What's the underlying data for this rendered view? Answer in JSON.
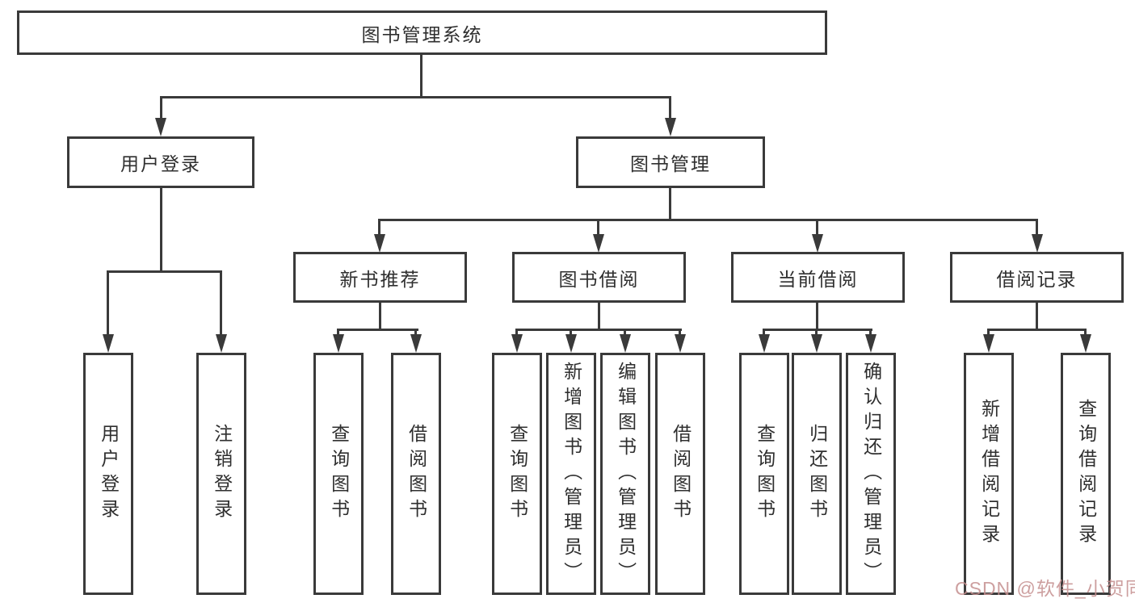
{
  "colors": {
    "line": "#3a3a3a",
    "box_border": "#3a3a3a",
    "background": "#ffffff",
    "text": "#2f2f2f",
    "watermark": "#c48e8e"
  },
  "watermark": "CSDN @软件_小贺同学",
  "nodes": {
    "root": {
      "label": "图书管理系统"
    },
    "level2": [
      {
        "label": "用户登录"
      },
      {
        "label": "图书管理"
      }
    ],
    "level3": [
      {
        "label": "新书推荐"
      },
      {
        "label": "图书借阅"
      },
      {
        "label": "当前借阅"
      },
      {
        "label": "借阅记录"
      }
    ],
    "leaves": {
      "login": [
        {
          "label": "用户登录"
        },
        {
          "label": "注销登录"
        }
      ],
      "recommend": [
        {
          "label": "查询图书"
        },
        {
          "label": "借阅图书"
        }
      ],
      "borrow": [
        {
          "label": "查询图书"
        },
        {
          "label": "新增图书（管理员）"
        },
        {
          "label": "编辑图书（管理员）"
        },
        {
          "label": "借阅图书"
        }
      ],
      "current": [
        {
          "label": "查询图书"
        },
        {
          "label": "归还图书"
        },
        {
          "label": "确认归还（管理员）"
        }
      ],
      "records": [
        {
          "label": "新增借阅记录"
        },
        {
          "label": "查询借阅记录"
        }
      ]
    }
  }
}
